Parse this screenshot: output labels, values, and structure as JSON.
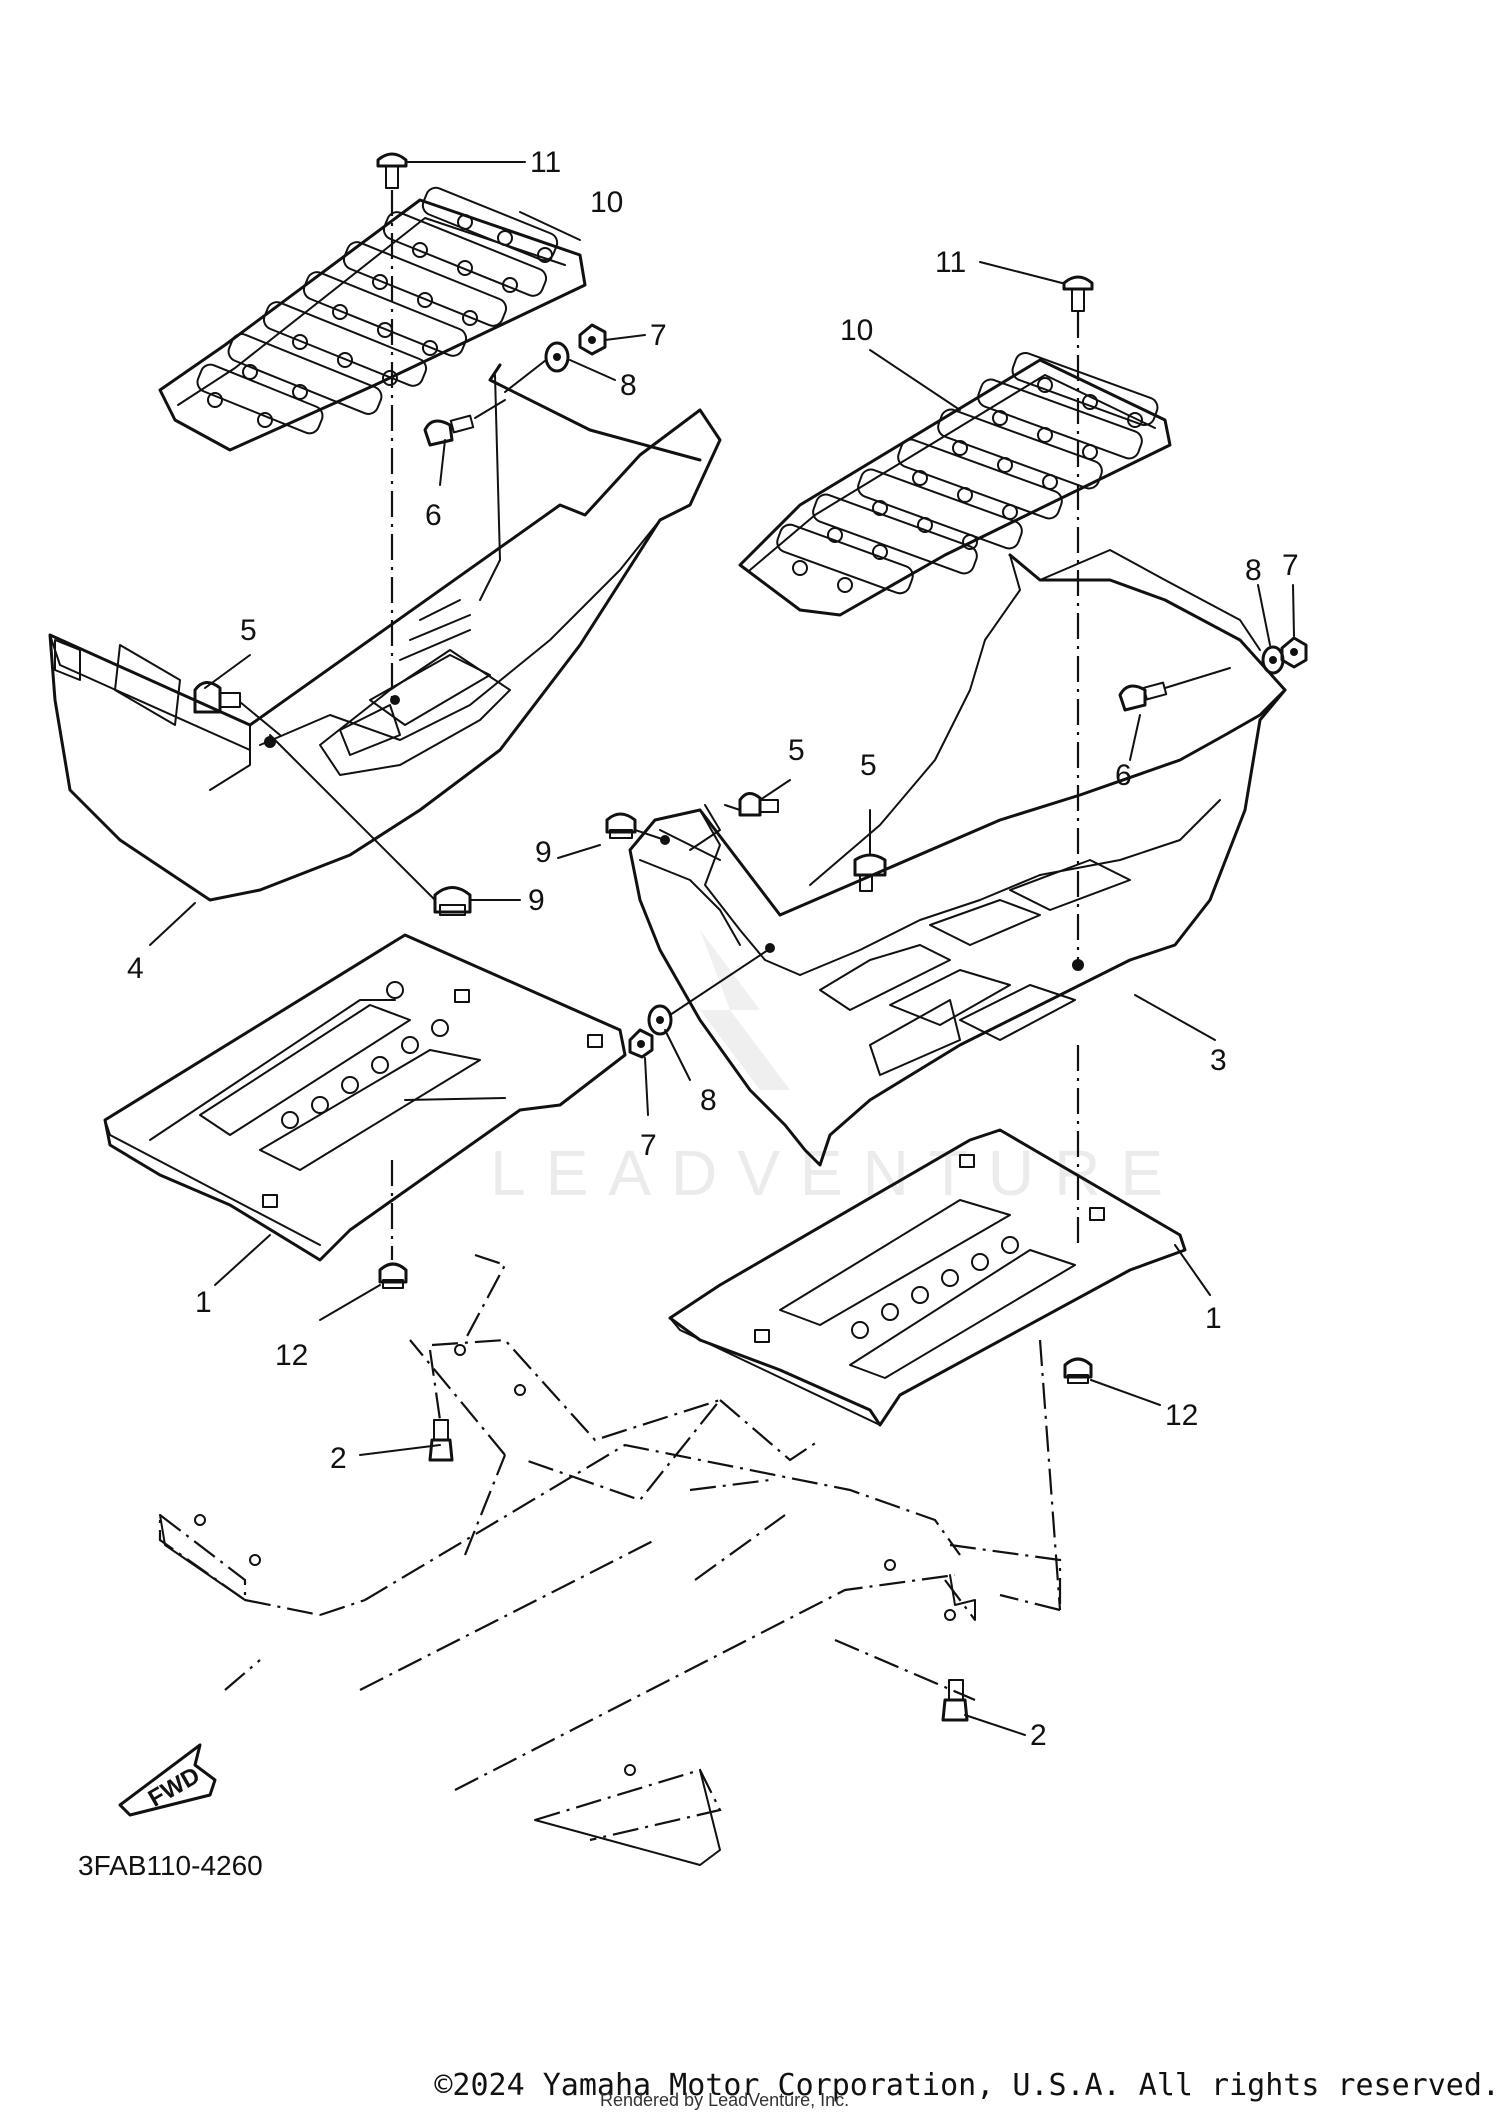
{
  "callouts": {
    "c11a": "11",
    "c10a": "10",
    "c7a": "7",
    "c8a": "8",
    "c6a": "6",
    "c5a": "5",
    "c9a": "9",
    "c4": "4",
    "c1a": "1",
    "c12a": "12",
    "c2a": "2",
    "c11b": "11",
    "c10b": "10",
    "c8b": "8",
    "c7b": "7",
    "c6b": "6",
    "c5b": "5",
    "c5c": "5",
    "c9b": "9",
    "c8c": "8",
    "c7c": "7",
    "c3": "3",
    "c1b": "1",
    "c12b": "12",
    "c2b": "2"
  },
  "fwd_label": "FWD",
  "diagram_code": "3FAB110-4260",
  "watermark": "LEADVENTURE",
  "footer": {
    "copyright": "©2024 Yamaha Motor Corporation, U.S.A. All rights reserved.",
    "rendered_by": "Rendered by LeadVenture, Inc."
  },
  "colors": {
    "ink": "#111111",
    "background": "#ffffff",
    "watermark": "#e9e9e9"
  }
}
